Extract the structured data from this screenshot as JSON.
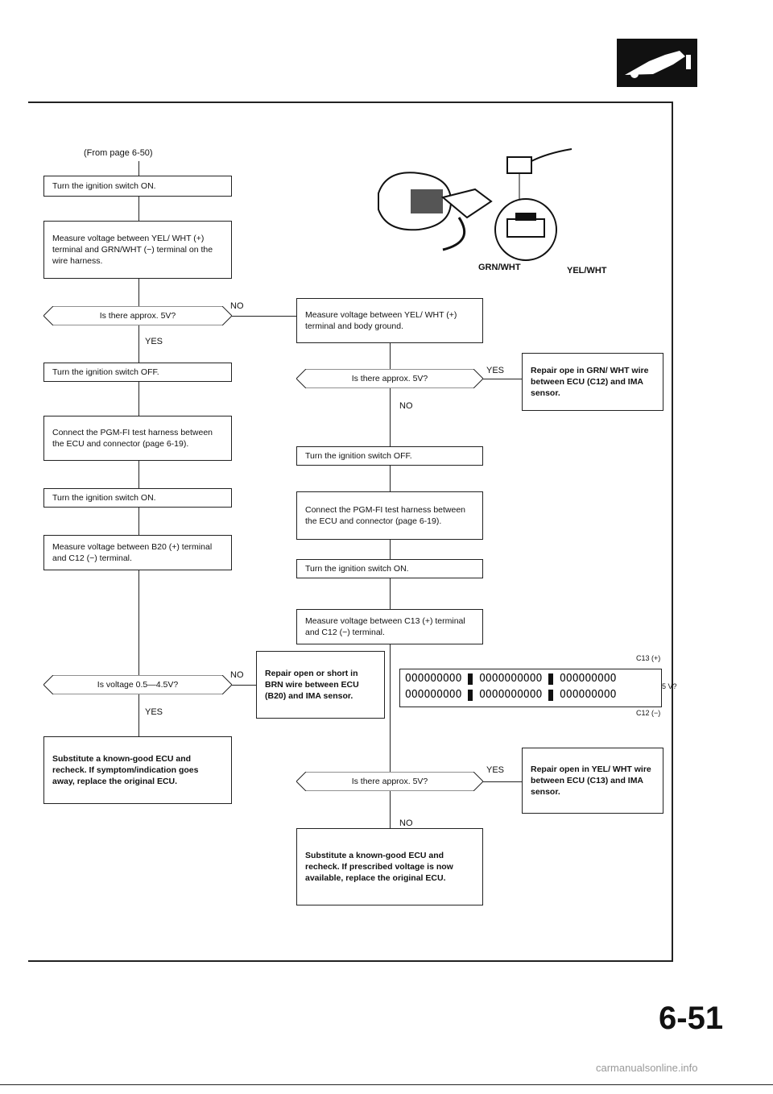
{
  "header": {
    "from_page": "(From page 6-50)"
  },
  "left_column": {
    "step1": "Turn the ignition switch ON.",
    "step2": "Measure voltage between YEL/ WHT (+) terminal and GRN/WHT (−) terminal on the wire harness.",
    "q1": "Is there approx. 5V?",
    "q1_yes": "YES",
    "q1_no": "NO",
    "step3": "Turn the ignition switch OFF.",
    "step4": "Connect the PGM-FI test harness between the ECU and connector (page 6-19).",
    "step5": "Turn the ignition switch ON.",
    "step6": "Measure voltage between B20 (+) terminal and C12 (−) terminal.",
    "q2": "Is voltage 0.5—4.5V?",
    "q2_yes": "YES",
    "q2_no": "NO",
    "result": "Substitute a known-good ECU and recheck. If symptom/indication goes away, replace the original ECU."
  },
  "right_column": {
    "step1": "Measure voltage between YEL/ WHT (+) terminal and body ground.",
    "q1": "Is there approx. 5V?",
    "q1_yes": "YES",
    "q1_no": "NO",
    "repair1": "Repair ope in GRN/ WHT wire between ECU (C12) and IMA sensor.",
    "step2": "Turn the ignition switch OFF.",
    "step3": "Connect the PGM-FI test harness between the ECU and connector (page 6-19).",
    "step4": "Turn the ignition switch ON.",
    "step5": "Measure voltage between C13 (+) terminal and C12 (−) terminal.",
    "repair2": "Repair open or short in BRN wire between ECU (B20) and IMA sensor.",
    "q2": "Is there approx. 5V?",
    "q2_yes": "YES",
    "q2_no": "NO",
    "repair3": "Repair open in YEL/ WHT wire between ECU (C13) and IMA sensor.",
    "result": "Substitute a known-good ECU and recheck. If prescribed voltage is now available, replace the original ECU."
  },
  "illustration": {
    "grn_label": "GRN/WHT",
    "yel_label": "YEL/WHT"
  },
  "connector": {
    "c13_label": "C13 (+)",
    "c12_label": "C12 (−)",
    "volt_label": "5 V?",
    "row1": [
      "OOOOOOOOO",
      "OOOOOOOOOO",
      "OOOOOOOOO"
    ],
    "row2": [
      "OOOOOOOOO",
      "OOOOOOOOOO",
      "OOOOOOOOO"
    ]
  },
  "footer": {
    "page_number": "6-51",
    "watermark": "carmanualsonline.info"
  }
}
